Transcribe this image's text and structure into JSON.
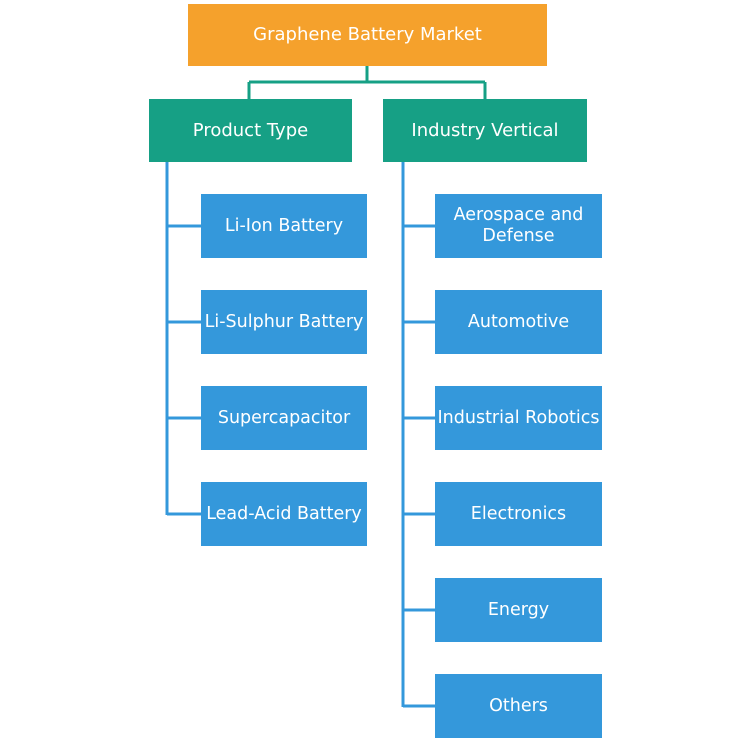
{
  "colors": {
    "root": "#F5A12C",
    "category": "#16A085",
    "leaf": "#3498DB",
    "connector_top": "#16A085",
    "connector_tree": "#3498DB"
  },
  "diagram": {
    "root": {
      "label": "Graphene Battery Market"
    },
    "categories": [
      {
        "label": "Product Type",
        "items": [
          "Li-Ion Battery",
          "Li-Sulphur Battery",
          "Supercapacitor",
          "Lead-Acid Battery"
        ]
      },
      {
        "label": "Industry Vertical",
        "items": [
          "Aerospace and Defense",
          "Automotive",
          "Industrial Robotics",
          "Electronics",
          "Energy",
          "Others"
        ]
      }
    ]
  }
}
